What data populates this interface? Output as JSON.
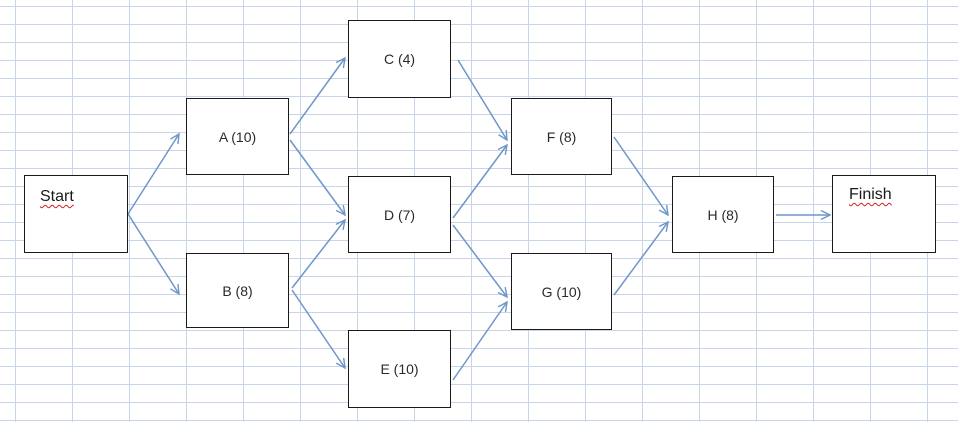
{
  "diagram": {
    "type": "activity-network",
    "colors": {
      "arrow": "#6e96c8",
      "box_border": "#1a1a1a",
      "grid": "#c8d5e8",
      "spell_underline": "#d02020"
    },
    "nodes": [
      {
        "id": "start",
        "label": "Start"
      },
      {
        "id": "a",
        "label": "A (10)"
      },
      {
        "id": "b",
        "label": "B (8)"
      },
      {
        "id": "c",
        "label": "C (4)"
      },
      {
        "id": "d",
        "label": "D (7)"
      },
      {
        "id": "e",
        "label": "E (10)"
      },
      {
        "id": "f",
        "label": "F (8)"
      },
      {
        "id": "g",
        "label": "G (10)"
      },
      {
        "id": "h",
        "label": "H (8)"
      },
      {
        "id": "finish",
        "label": "Finish"
      }
    ],
    "edges": [
      {
        "from": "start",
        "to": "a"
      },
      {
        "from": "start",
        "to": "b"
      },
      {
        "from": "a",
        "to": "c"
      },
      {
        "from": "a",
        "to": "d"
      },
      {
        "from": "b",
        "to": "d"
      },
      {
        "from": "b",
        "to": "e"
      },
      {
        "from": "c",
        "to": "f"
      },
      {
        "from": "d",
        "to": "f"
      },
      {
        "from": "d",
        "to": "g"
      },
      {
        "from": "e",
        "to": "g"
      },
      {
        "from": "f",
        "to": "h"
      },
      {
        "from": "g",
        "to": "h"
      },
      {
        "from": "h",
        "to": "finish"
      }
    ]
  }
}
